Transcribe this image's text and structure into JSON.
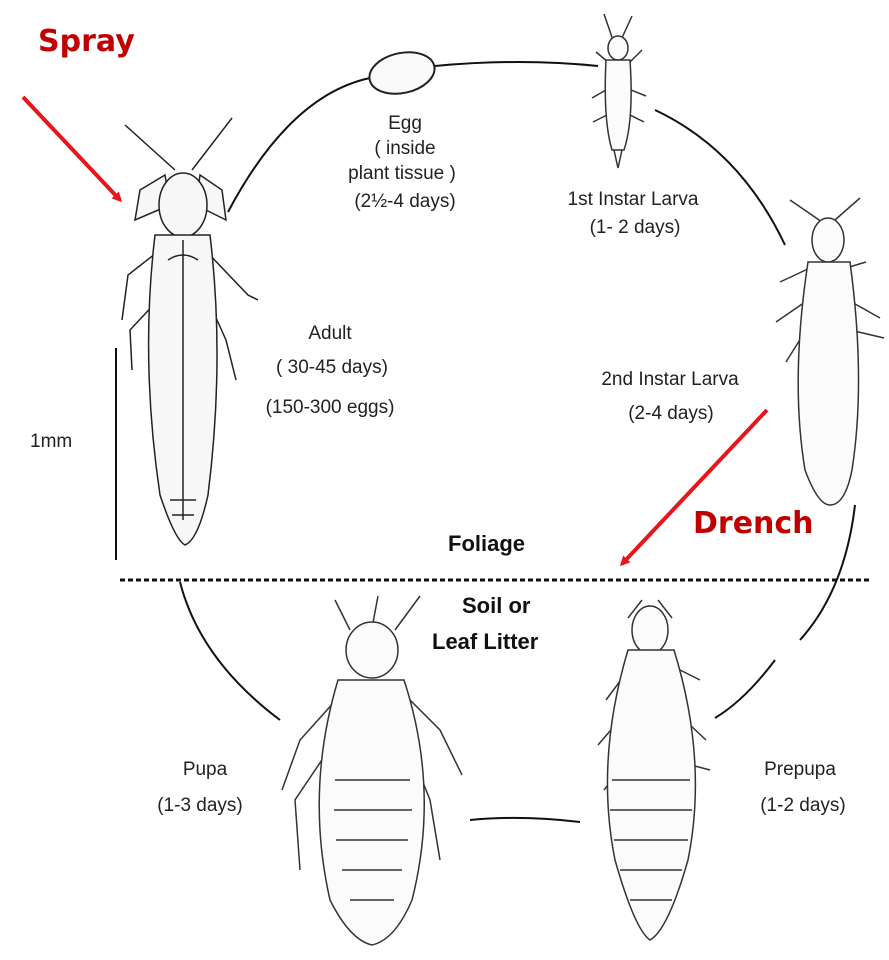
{
  "treatments": {
    "spray": "Spray",
    "drench": "Drench"
  },
  "zones": {
    "foliage": "Foliage",
    "soil_line1": "Soil or",
    "soil_line2": "Leaf Litter"
  },
  "scale": "1mm",
  "stages": {
    "egg": {
      "name": "Egg",
      "line2": "( inside",
      "line3": "plant tissue )",
      "duration": "(2½-4 days)"
    },
    "larva1": {
      "name": "1st Instar Larva",
      "duration": "(1- 2 days)"
    },
    "larva2": {
      "name": "2nd Instar Larva",
      "duration": "(2-4 days)"
    },
    "adult": {
      "name": "Adult",
      "duration": "( 30-45 days)",
      "eggs": "(150-300 eggs)"
    },
    "pupa": {
      "name": "Pupa",
      "duration": "(1-3 days)"
    },
    "prepupa": {
      "name": "Prepupa",
      "duration": "(1-2 days)"
    }
  },
  "colors": {
    "arrow": "#e8151b",
    "treatment_text": "#c00000",
    "line": "#111111"
  }
}
